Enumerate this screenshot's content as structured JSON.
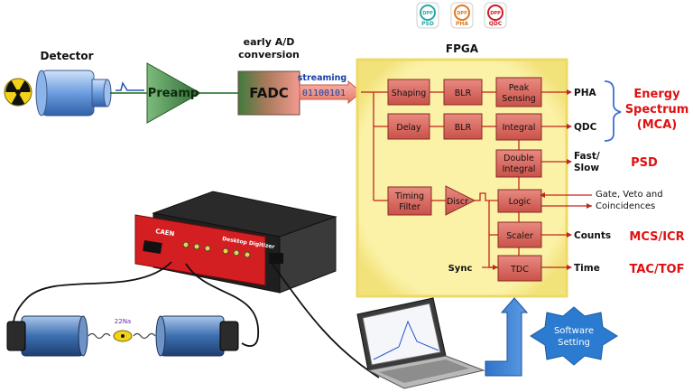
{
  "badges": [
    "DPP PSD",
    "DPP PHA",
    "DPP QDC"
  ],
  "detector_label": "Detector",
  "preamp_label": "Preamp",
  "adc_caption_line1": "early A/D",
  "adc_caption_line2": "conversion",
  "fadc_label": "FADC",
  "streaming_label": "streaming",
  "bits_label": "01100101",
  "fpga_label": "FPGA",
  "blocks": {
    "shaping": "Shaping",
    "blr1": "BLR",
    "peak_sensing_line1": "Peak",
    "peak_sensing_line2": "Sensing",
    "delay": "Delay",
    "blr2": "BLR",
    "integral": "Integral",
    "double_integral_line1": "Double",
    "double_integral_line2": "Integral",
    "timing_filter_line1": "Timing",
    "timing_filter_line2": "Filter",
    "discr": "Discr",
    "logic": "Logic",
    "scaler": "Scaler",
    "tdc": "TDC"
  },
  "outputs": {
    "pha": "PHA",
    "qdc": "QDC",
    "fast_slow_line1": "Fast/",
    "fast_slow_line2": "Slow",
    "counts": "Counts",
    "time": "Time",
    "sync": "Sync",
    "gate_line1": "Gate, Veto and",
    "gate_line2": "Coincidences"
  },
  "results": {
    "energy_line1": "Energy",
    "energy_line2": "Spectrum",
    "energy_line3": "(MCA)",
    "psd": "PSD",
    "mcs": "MCS/ICR",
    "tac": "TAC/TOF"
  },
  "source_label": "22Na",
  "software_line1": "Software",
  "software_line2": "Setting",
  "digitizer_brand": "CAEN",
  "digitizer_model": "Desktop Digitizer",
  "colors": {
    "fpga_bg": "#fbf2a8",
    "block": "#d9695f",
    "result_red": "#e01010",
    "preamp": "#4c8a4c",
    "fadc": "#ee8a80",
    "detector": "#5b8fd6",
    "software": "#2b7bd1"
  }
}
